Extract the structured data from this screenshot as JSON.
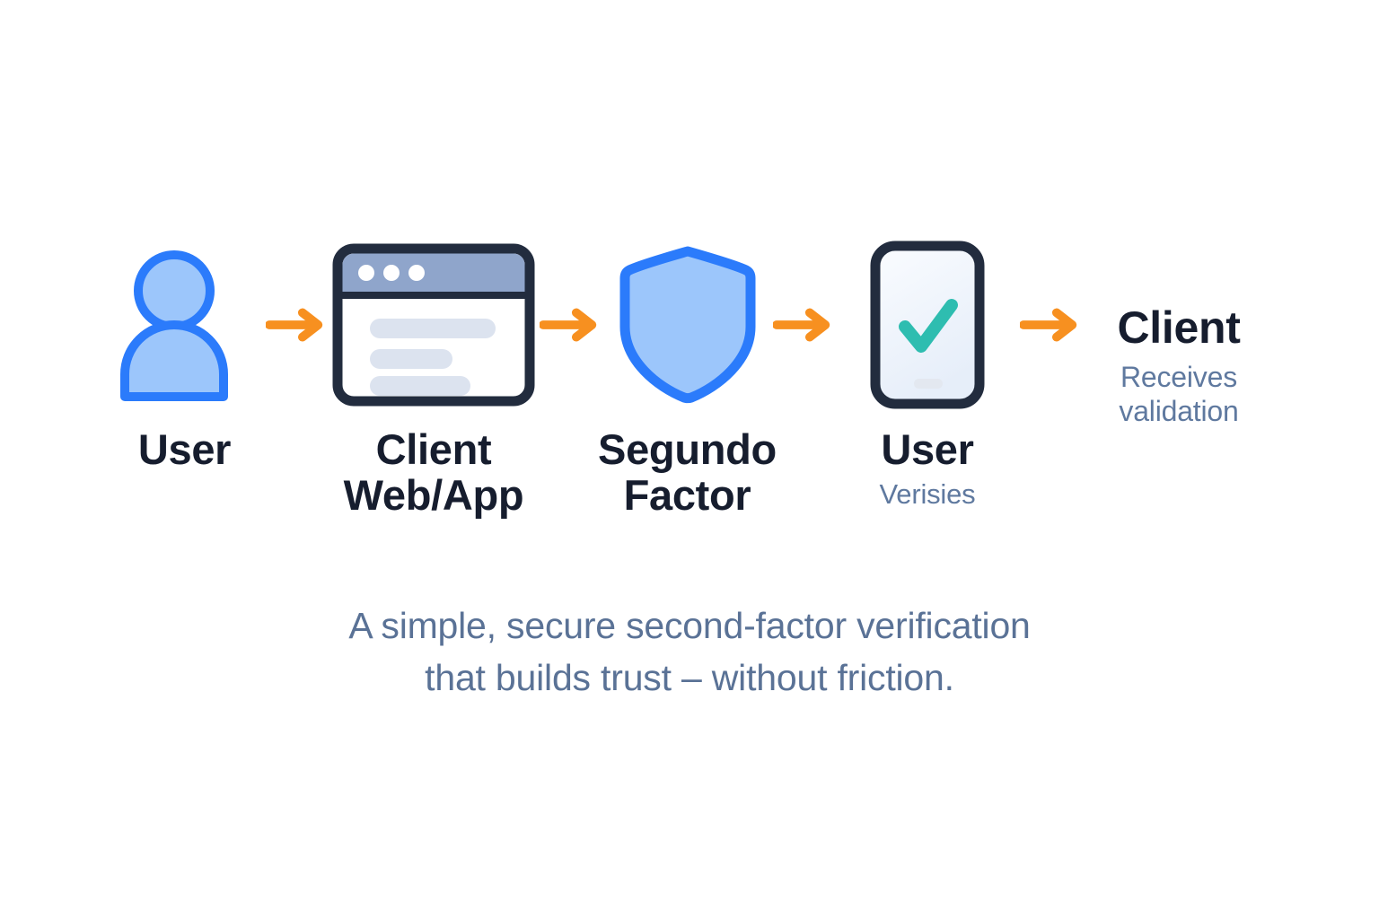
{
  "meta": {
    "background": "#ffffff",
    "accent_orange": "#F79020",
    "accent_blue": "#2B7BFB",
    "accent_blue_light": "#9CC6FB",
    "accent_teal": "#2EBDB0",
    "ink_dark": "#161d2e",
    "ink_slate": "#5a7296"
  },
  "flow": {
    "steps": [
      {
        "id": "user",
        "icon": "user-avatar-icon",
        "title": "User",
        "subtitle": ""
      },
      {
        "id": "client-web-app",
        "icon": "browser-window-icon",
        "title": "Client\nWeb/App",
        "subtitle": ""
      },
      {
        "id": "segundo-factor",
        "icon": "shield-icon",
        "title": "Segundo\nFactor",
        "subtitle": ""
      },
      {
        "id": "user-verifies",
        "icon": "phone-check-icon",
        "title": "User",
        "subtitle": "Verisies"
      },
      {
        "id": "client-receives",
        "icon": "",
        "title": "Client",
        "subtitle": "Receives\nvalidation"
      }
    ],
    "arrows": [
      {
        "id": "arrow-1",
        "icon": "arrow-right-icon"
      },
      {
        "id": "arrow-2",
        "icon": "arrow-right-icon"
      },
      {
        "id": "arrow-3",
        "icon": "arrow-right-icon"
      },
      {
        "id": "arrow-4",
        "icon": "arrow-right-icon"
      }
    ]
  },
  "caption": {
    "text": "A simple, secure second-factor verification\nthat builds trust – without friction."
  }
}
